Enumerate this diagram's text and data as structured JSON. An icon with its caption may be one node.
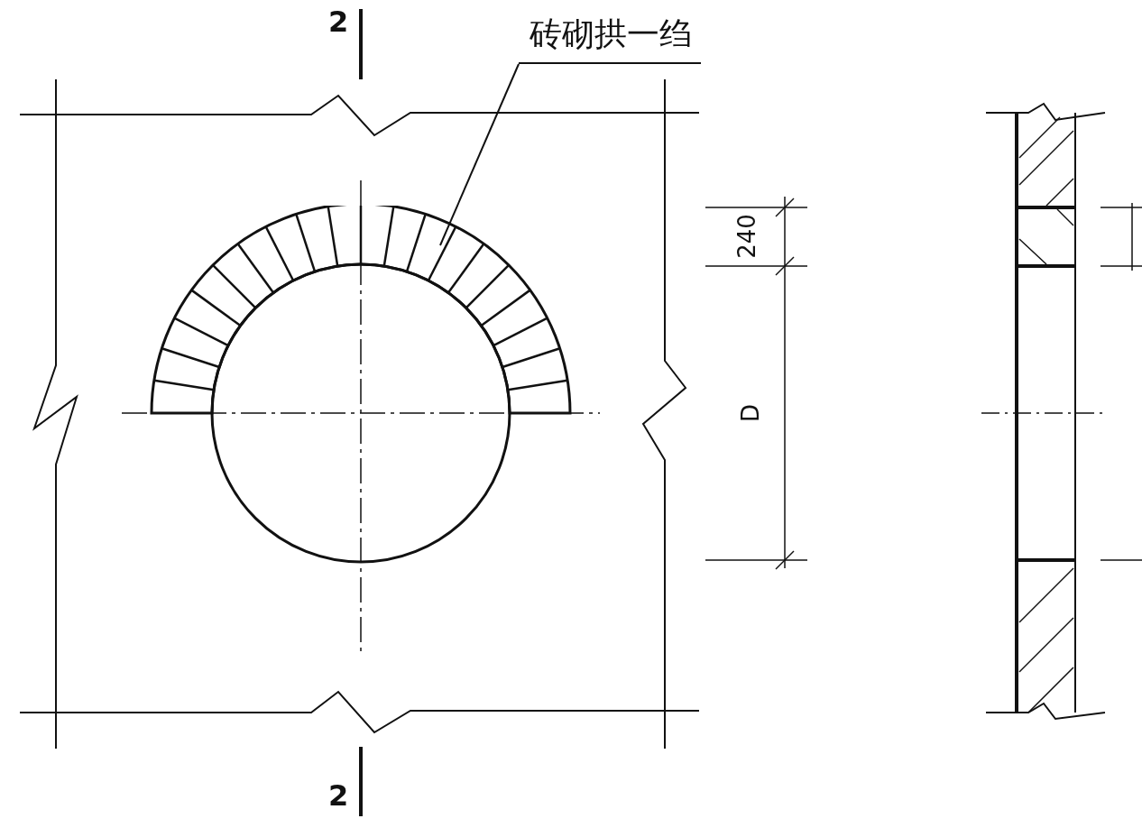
{
  "diagram": {
    "nodes": [
      {
        "text": [
          "砖砌拱一绉"
        ]
      },
      {
        "text": [],
        "shape": "arch"
      }
    ],
    "edges": [
      {
        "from": 0,
        "to": 1,
        "arrow": "none"
      }
    ],
    "labels": [
      "2",
      "240",
      "D",
      "2"
    ]
  }
}
